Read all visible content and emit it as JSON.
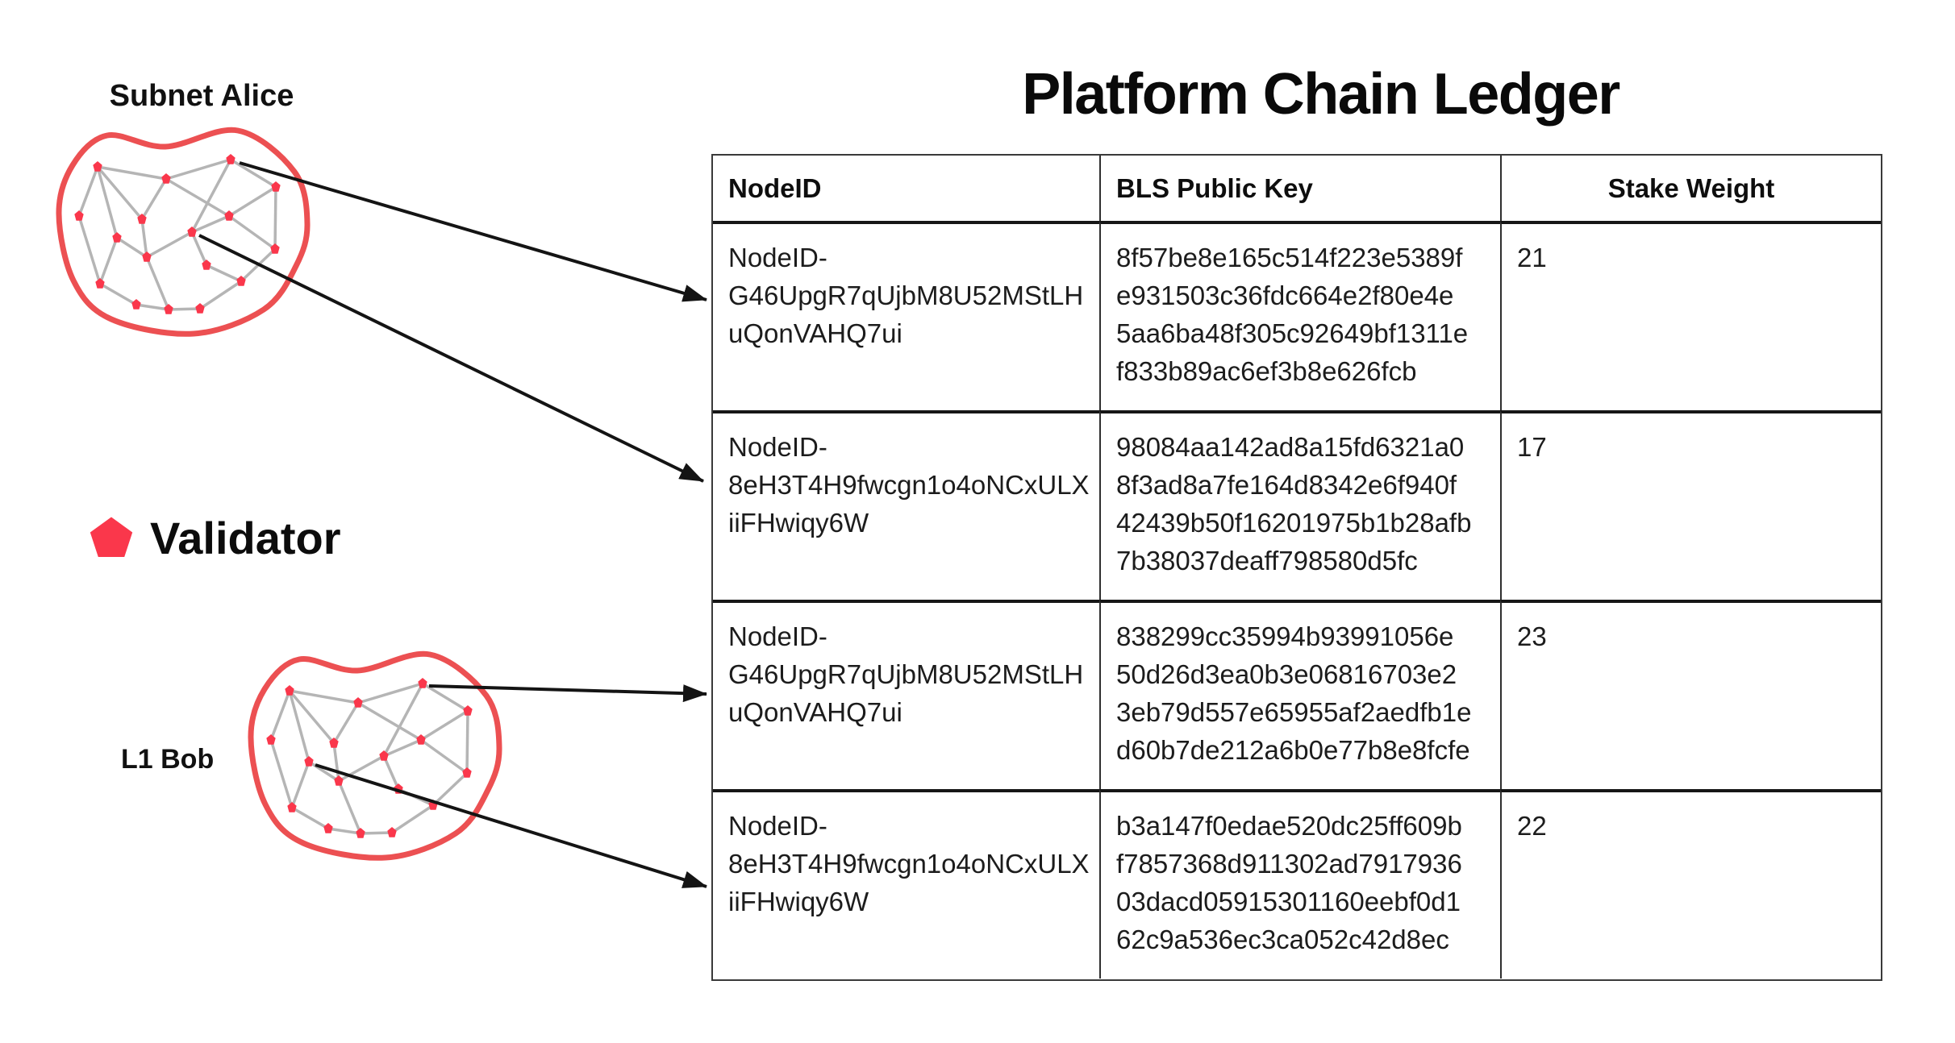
{
  "title": "Platform Chain Ledger",
  "legend": {
    "validator_label": "Validator"
  },
  "subnets": {
    "alice": {
      "label": "Subnet Alice",
      "validator_count": 17
    },
    "bob": {
      "label": "L1 Bob",
      "validator_count": 17
    }
  },
  "arrow_mappings": [
    {
      "from": "subnet-alice-validator",
      "to_table_row": 0
    },
    {
      "from": "subnet-alice-validator",
      "to_table_row": 1
    },
    {
      "from": "l1-bob-validator",
      "to_table_row": 2
    },
    {
      "from": "l1-bob-validator",
      "to_table_row": 3
    }
  ],
  "table": {
    "columns": [
      "NodeID",
      "BLS Public Key",
      "Stake Weight"
    ],
    "rows": [
      {
        "node_id": "NodeID-G46UpgR7qUjbM8U52MStLHuQonVAHQ7ui",
        "node_id_lines": [
          "NodeID-",
          "G46UpgR7qUjbM8U52MStLH",
          "uQonVAHQ7ui"
        ],
        "bls_public_key": "8f57be8e165c514f223e5389fe931503c36fdc664e2f80e4e5aa6ba48f305c92649bf1311ef833b89ac6ef3b8e626fcb",
        "bls_lines": [
          "8f57be8e165c514f223e5389f",
          "e931503c36fdc664e2f80e4e",
          "5aa6ba48f305c92649bf1311e",
          "f833b89ac6ef3b8e626fcb"
        ],
        "stake_weight": "21"
      },
      {
        "node_id": "NodeID-8eH3T4H9fwcgn1o4oNCxULXiiFHwiqy6W",
        "node_id_lines": [
          "NodeID-",
          "8eH3T4H9fwcgn1o4oNCxULX",
          "iiFHwiqy6W"
        ],
        "bls_public_key": "98084aa142ad8a15fd6321a08f3ad8a7fe164d8342e6f940f42439b50f16201975b1b28afb7b38037deaff798580d5fc",
        "bls_lines": [
          "98084aa142ad8a15fd6321a0",
          "8f3ad8a7fe164d8342e6f940f",
          "42439b50f16201975b1b28afb",
          "7b38037deaff798580d5fc"
        ],
        "stake_weight": "17"
      },
      {
        "node_id": "NodeID-G46UpgR7qUjbM8U52MStLHuQonVAHQ7ui",
        "node_id_lines": [
          "NodeID-",
          "G46UpgR7qUjbM8U52MStLH",
          "uQonVAHQ7ui"
        ],
        "bls_public_key": "838299cc35994b93991056e50d26d3ea0b3e06816703e23eb79d557e65955af2aedfb1ed60b7de212a6b0e77b8e8fcfe",
        "bls_lines": [
          "838299cc35994b93991056e",
          "50d26d3ea0b3e06816703e2",
          "3eb79d557e65955af2aedfb1e",
          "d60b7de212a6b0e77b8e8fcfe"
        ],
        "stake_weight": "23"
      },
      {
        "node_id": "NodeID-8eH3T4H9fwcgn1o4oNCxULXiiFHwiqy6W",
        "node_id_lines": [
          "NodeID-",
          "8eH3T4H9fwcgn1o4oNCxULX",
          "iiFHwiqy6W"
        ],
        "bls_public_key": "b3a147f0edae520dc25ff609bf7857368d911302ad791793603dacd05915301160eebf0d162c9a536ec3ca052c42d8ec",
        "bls_lines": [
          "b3a147f0edae520dc25ff609b",
          "f7857368d911302ad7917936",
          "03dacd05915301160eebf0d1",
          "62c9a536ec3ca052c42d8ec"
        ],
        "stake_weight": "22"
      }
    ]
  },
  "colors": {
    "validator_red": "#fa374b",
    "boundary_red": "#ec5052",
    "edge_gray": "#b5b5b5",
    "arrow_black": "#141414"
  }
}
